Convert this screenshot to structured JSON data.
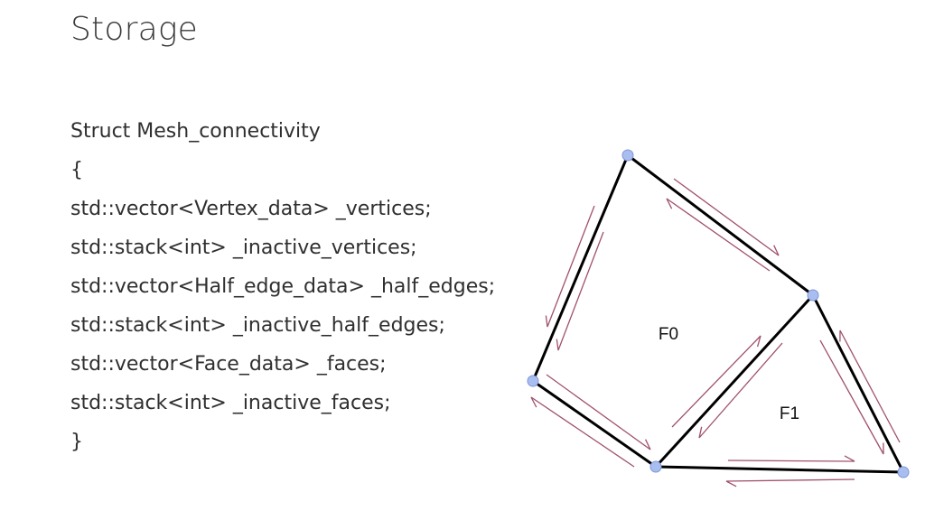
{
  "slide": {
    "title": "Storage",
    "code_lines": [
      "Struct Mesh_connectivity",
      "{",
      "std::vector<Vertex_data> _vertices;",
      "std::stack<int> _inactive_vertices;",
      "std::vector<Half_edge_data> _half_edges;",
      "std::stack<int> _inactive_half_edges;",
      "std::vector<Face_data> _faces;",
      "std::stack<int> _inactive_faces;",
      "}"
    ]
  },
  "diagram": {
    "faces": [
      "F0",
      "F1"
    ],
    "colors": {
      "edge": "#000000",
      "half_edge": "#a0506e",
      "vertex_fill": "#a9bef0",
      "vertex_stroke": "#7f96d8",
      "label": "#111111"
    }
  }
}
